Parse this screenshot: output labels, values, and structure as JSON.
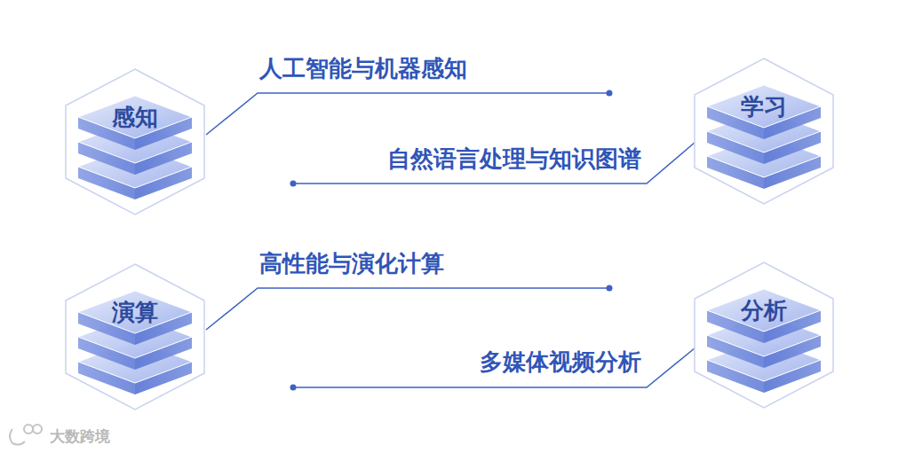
{
  "diagram": {
    "nodes": [
      {
        "text": [
          "感知"
        ]
      },
      {
        "text": [
          "学习"
        ]
      },
      {
        "text": [
          "演算"
        ]
      },
      {
        "text": [
          "分析"
        ]
      }
    ],
    "labels": [
      "人工智能与机器感知",
      "自然语言处理与知识图谱",
      "高性能与演化计算",
      "多媒体视频分析",
      "大数跨境"
    ]
  }
}
